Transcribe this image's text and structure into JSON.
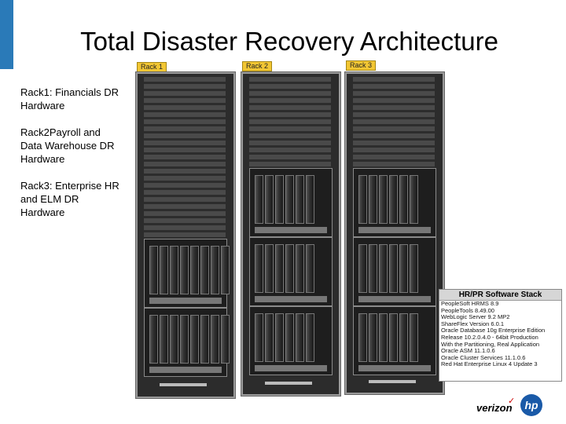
{
  "title": "Total Disaster Recovery Architecture",
  "side_text": {
    "rack1": "Rack1:  Financials DR Hardware",
    "rack2": "Rack2Payroll and Data Warehouse DR Hardware",
    "rack3": "Rack3:  Enterprise HR and ELM DR Hardware"
  },
  "racks": [
    "Rack 1",
    "Rack 2",
    "Rack 3"
  ],
  "software_stack": {
    "heading": "HR/PR Software Stack",
    "items": [
      "PeopleSoft HRMS 8.9",
      "PeopleTools 8.49.00",
      "WebLogic Server 9.2 MP2",
      "ShareFlex Version 6.0.1",
      "Oracle Database 10g Enterprise Edition",
      "Release 10.2.0.4.0 - 64bit Production",
      "With the Partitioning, Real Application",
      "Oracle ASM 11.1.0.6",
      "Oracle Cluster Services 11.1.0.6",
      "Red Hat Enterprise Linux 4 Update 3"
    ]
  },
  "logos": {
    "verizon": "verizon",
    "hp": "hp"
  },
  "colors": {
    "accent": "#2a7ab8",
    "rack_label": "#f2c633"
  }
}
